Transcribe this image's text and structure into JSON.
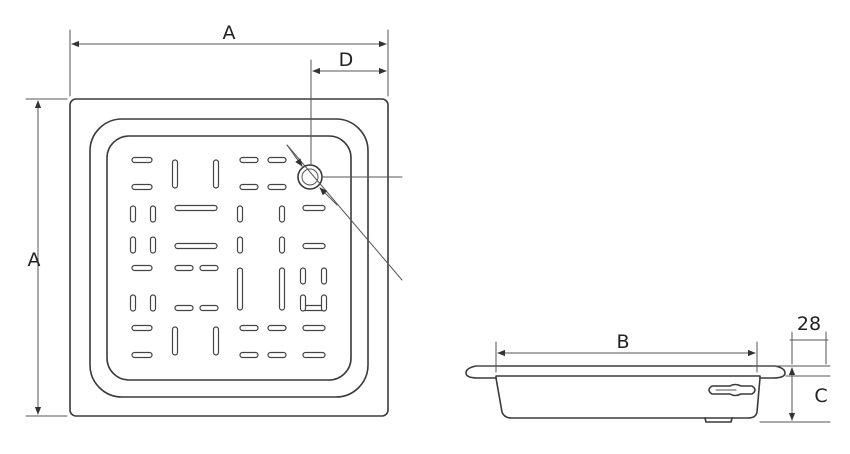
{
  "labels": {
    "width_a_top": "A",
    "height_a_left": "A",
    "drain_offset": "D",
    "length_b": "B",
    "rim_28": "28",
    "depth_c": "C"
  },
  "colors": {
    "line": "#3a3a3a",
    "background": "#ffffff"
  }
}
